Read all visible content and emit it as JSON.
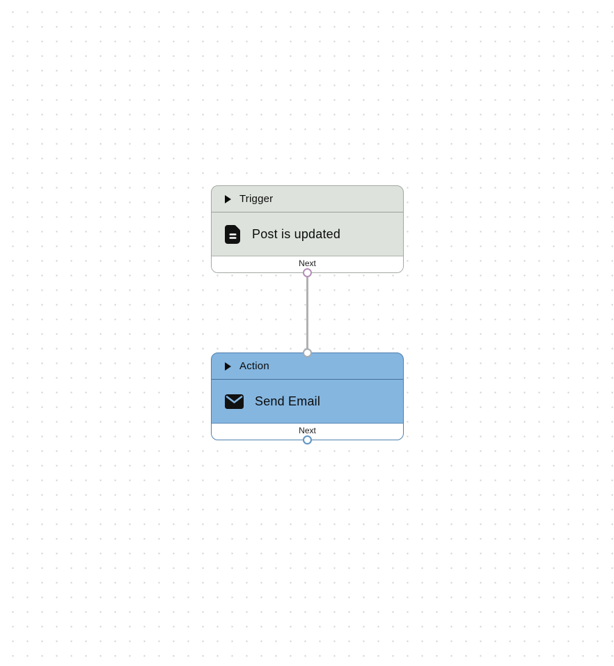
{
  "canvas": {
    "background_color": "#ffffff",
    "dot_color": "#cfcfcf"
  },
  "edge": {
    "color": "#b1b1b1"
  },
  "nodes": [
    {
      "id": "trigger",
      "type_label": "Trigger",
      "title": "Post is updated",
      "footer_label": "Next",
      "icon": "document-icon",
      "colors": {
        "fill": "#dde3dc",
        "border": "#a2a8a2",
        "separator": "#9aa19a",
        "output_handle": "#b48eb8"
      }
    },
    {
      "id": "action",
      "type_label": "Action",
      "title": "Send Email",
      "footer_label": "Next",
      "icon": "envelope-icon",
      "colors": {
        "fill": "#85b6e0",
        "border": "#4d7fae",
        "separator": "#44719c",
        "input_handle": "#a4abb1",
        "output_handle": "#5e94c4"
      }
    }
  ]
}
